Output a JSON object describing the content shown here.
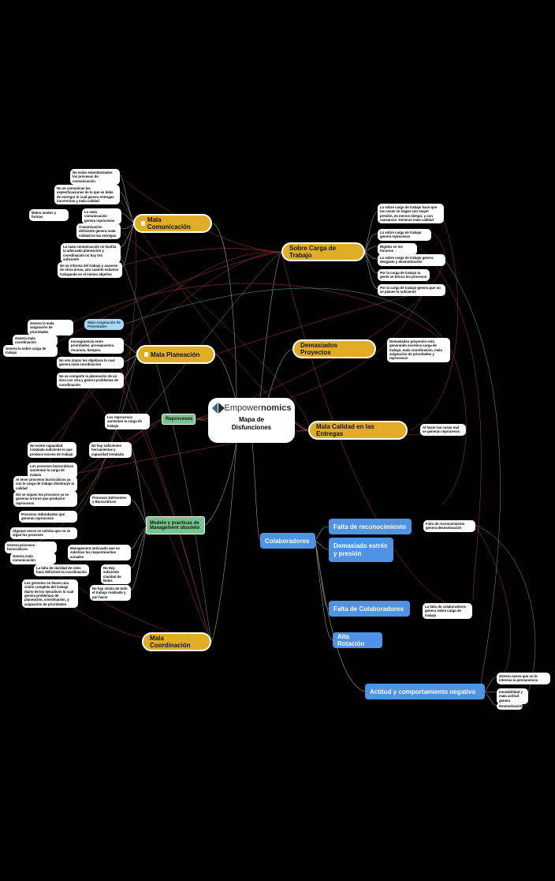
{
  "center": {
    "brand_prefix": "Empower",
    "brand_suffix": "nomics",
    "title_line1": "Mapa de",
    "title_line2": "Disfunciones"
  },
  "topics": {
    "mala_comunicacion": "Mala Comunicación",
    "mala_planeacion": "Mala Planeación",
    "reprocesos": "Reprocesos",
    "modelo": "Modelo y practicas de Management obsoleto",
    "mala_coordinacion": "Mala Coordinación",
    "sobre_carga": "Sobre Carga de Trabajo",
    "demasiados_proyectos": "Demasiados Proyectos",
    "mala_calidad": "Mala Calidad en las Entregas",
    "colaboradores": "Colaboradores",
    "falta_reconocimiento": "Falta de reconocimiento",
    "demasiado_estres": "Demasiado estrés y presión",
    "falta_colaboradores": "Falta de Colaboradores",
    "alta_rotacion": "Alta Rotación",
    "actitud": "Actitud y comportamiento negativo",
    "mala_asignacion": "Mala Asignación de Prioridades"
  },
  "leaves": {
    "c1": "No están estandarizados los procesos de comunicación",
    "c2": "No se comunican las especificaciones de lo que se debe de entregar lo cual genera entregas incorrectas y mala calidad",
    "c3a": "Malos modos y formas",
    "c3": "La mala comunicación genera reprocesos",
    "c4": "Comunicación deficiente genera mala calidad en las entregas",
    "c5": "La mala comunicación no facilita la adecuada planeación y coordinación no hay tiro suficiente",
    "c6": "No se informa del trabajo y avances de otras áreas, aún cuando estamos trabajando en el mismo objetivo",
    "p_a": "Genera la mala asignación de prioridades",
    "p_b": "Genera mala coordinación",
    "p_c": "Genera la sobre carga de trabajo",
    "p1": "Incongruencia entre prioridades, presupuestos, recursos, tiempos.",
    "p2": "No son claros los objetivos lo cual genera mala coordinación",
    "p3": "No se comparte la planeación de un área con otra y genera problemas de coordinación",
    "r1": "Los reprocesos aumentan la carga de trabajo",
    "m1": "No hay suficientes herramientas y capacidad instalada",
    "m1a": "No existe capacidad instalada suficiente lo que produce exceso de trabajo",
    "m2a": "Los procesos burocráticos aumentan la carga de trabajo",
    "m2b": "Al tener procesos burocráticos ya con la carga de trabajo disminuye la calidad",
    "m2c": "NO se siguen los procesos ya se generan errores que producen reprocesos",
    "m2d": "Procesos redundantes que generan reprocesos",
    "m2e": "Algunas veces se solicita que no se sigan los procesos",
    "m2": "Procesos Deficientes y Burocráticos",
    "m3a": "Genera procesos burocráticos",
    "m3b": "Genera mala comunicación",
    "m3": "Management anticuado que no satisface los requerimientos actuales",
    "m4a": "La falta de claridad de roles hace deficiente la coordinación",
    "m4": "No Hay suficiente claridad de Roles",
    "m5a": "Los gerentes no tienen una visión completa del trabajo diario de los ejecutivos lo cual genera problemas de planeación, coordinación, y asignación de prioridades",
    "m5": "No hay visión de todo el trabajo realizado y por hacer",
    "s1": "La sobre carga de trabajo hace que las cosas se hagan con mayor presión, en menos tiempo, y con cansancio. Generan mala calidad",
    "s2": "La sobre carga de trabajo genera reprocesos",
    "s3": "Rigidez en los horarios",
    "s4": "La sobre carga de trabajo genera desgaste y desmotivación",
    "s5": "Por la carga de trabajo la gente se brinca los procesos",
    "s6": "Por la carga de trabajo genera que no se planee lo suficiente",
    "d1": "Demasiados proyectos está generando excesiva carga de trabajo, mala coordinación, mala asignación de prioridades y reprocesos",
    "q1": "Al hacer las cosas mal se generan reprocesos",
    "f1": "Falta de reconocimiento genera desmotivación",
    "fc1": "La falta de colaboradores genera sobre carga de trabajo",
    "a1": "Genera nueva que no le interesa la permanencia",
    "a2": "Inestabilidad y mala actitud genera",
    "a3": "Desmotivación"
  },
  "colors": {
    "gold": "#e0ad24",
    "blue": "#4f93e6",
    "green": "#77c48f",
    "line_red": "#b33a3a",
    "line_grey": "#9a9a9a",
    "line_teal": "#5aa98c"
  }
}
